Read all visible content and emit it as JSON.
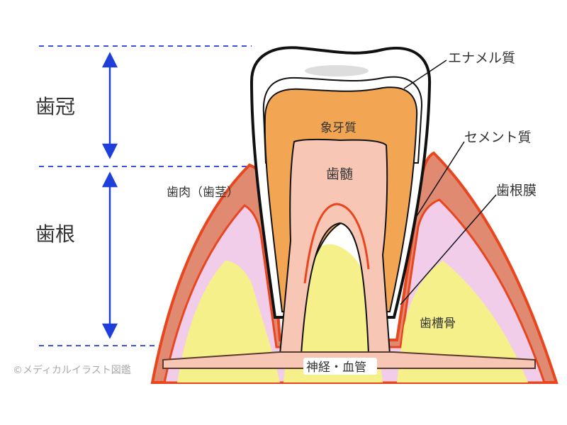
{
  "labels": {
    "crown": "歯冠",
    "root": "歯根",
    "enamel": "エナメル質",
    "dentin": "象牙質",
    "cementum": "セメント質",
    "pulp": "歯髄",
    "periodontal_ligament": "歯根膜",
    "gingiva": "歯肉（歯茎）",
    "alveolar_bone": "歯槽骨",
    "nerve_vessels": "神経・血管"
  },
  "watermark": "©メディカルイラスト図鑑",
  "colors": {
    "gum": "#e08a72",
    "gum_outline": "#e8461e",
    "pink_layer": "#f2cdea",
    "bone": "#f6f08a",
    "dentin": "#f2a654",
    "pulp": "#f7c6b4",
    "guide": "#1e3fdc"
  }
}
